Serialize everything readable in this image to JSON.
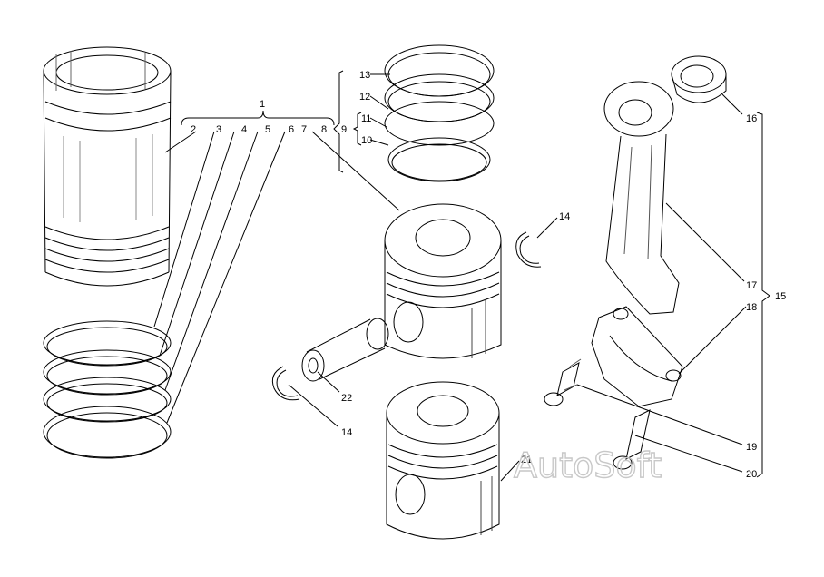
{
  "callouts": {
    "n1": "1",
    "n2": "2",
    "n3": "3",
    "n4": "4",
    "n5": "5",
    "n6": "6",
    "n7": "7",
    "n8": "8",
    "n9": "9",
    "n10": "10",
    "n11": "11",
    "n12": "12",
    "n13": "13",
    "n14a": "14",
    "n14b": "14",
    "n15": "15",
    "n16": "16",
    "n17": "17",
    "n18": "18",
    "n19": "19",
    "n20": "20",
    "n21": "21",
    "n22": "22"
  },
  "watermark": "AutoSoft",
  "colors": {
    "line": "#000000",
    "watermark": "#c8c8c8",
    "background": "#ffffff"
  }
}
